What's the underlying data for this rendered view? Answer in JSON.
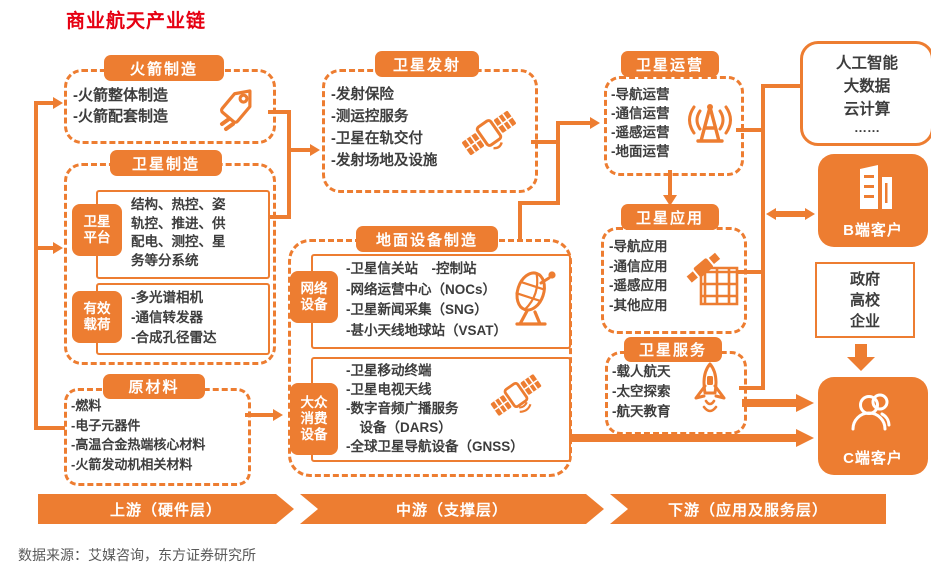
{
  "title": "商业航天产业链",
  "source": "数据来源：艾媒咨询，东方证券研究所",
  "colors": {
    "orange": "#ED7D31",
    "title_red": "#E60012",
    "text": "#3d3d3d",
    "source_text": "#595959"
  },
  "boxes": {
    "rocket_mfg": {
      "header": "火箭制造",
      "items": [
        "-火箭整体制造",
        "-火箭配套制造"
      ],
      "icon": "rocket-tag-icon"
    },
    "satellite_mfg": {
      "header": "卫星制造",
      "platform_label": "卫星平台",
      "platform_text": "结构、热控、姿轨控、推进、供配电、测控、星务等分系统",
      "payload_label": "有效载荷",
      "payload_items": [
        "-多光谱相机",
        "-通信转发器",
        "-合成孔径雷达"
      ]
    },
    "raw_materials": {
      "header": "原材料",
      "items": [
        "-燃料",
        "-电子元器件",
        "-高温合金热端核心材料",
        "-火箭发动机相关材料"
      ]
    },
    "launch": {
      "header": "卫星发射",
      "items": [
        "-发射保险",
        "-测运控服务",
        "-卫星在轨交付",
        "-发射场地及设施"
      ],
      "icon": "satellite-icon"
    },
    "ground_equipment": {
      "header": "地面设备制造",
      "network_label": "网络设备",
      "network_items": [
        "-卫星信关站　-控制站",
        "-网络运营中心（NOCs）",
        "-卫星新闻采集（SNG）",
        "-甚小天线地球站（VSAT）"
      ],
      "network_icon": "dish-icon",
      "consumer_label": "大众消费设备",
      "consumer_items": [
        "-卫星移动终端",
        "-卫星电视天线",
        "-数字音频广播服务",
        "　设备（DARS）",
        "-全球卫星导航设备（GNSS）"
      ],
      "consumer_icon": "satellite-icon"
    },
    "operation": {
      "header": "卫星运营",
      "items": [
        "-导航运营",
        "-通信运营",
        "-遥感运营",
        "-地面运营"
      ],
      "icon": "antenna-icon"
    },
    "application": {
      "header": "卫星应用",
      "items": [
        "-导航应用",
        "-通信应用",
        "-遥感应用",
        "-其他应用"
      ],
      "icon": "grid-satellite-icon"
    },
    "service": {
      "header": "卫星服务",
      "items": [
        "-载人航天",
        "-太空探索",
        "-航天教育"
      ],
      "icon": "rocket-icon"
    },
    "ai": {
      "lines": [
        "人工智能",
        "大数据",
        "云计算",
        "……"
      ]
    },
    "b_client": {
      "label": "B端客户",
      "icon": "building-icon"
    },
    "gov": {
      "lines": [
        "政府",
        "高校",
        "企业"
      ]
    },
    "c_client": {
      "label": "C端客户",
      "icon": "people-icon"
    }
  },
  "banner": {
    "segments": [
      "上游（硬件层）",
      "中游（支撑层）",
      "下游（应用及服务层）"
    ]
  }
}
